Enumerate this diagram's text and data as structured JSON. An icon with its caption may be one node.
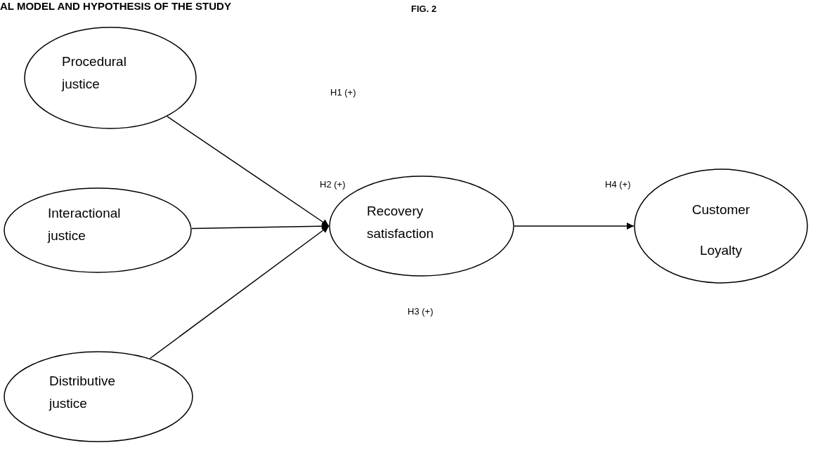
{
  "diagram": {
    "title": "AL MODEL AND HYPOTHESIS OF THE STUDY",
    "nodes": [
      {
        "text": [
          "Procedural justice"
        ]
      },
      {
        "text": [
          "Interactional justice"
        ]
      },
      {
        "text": [
          "Distributive justice"
        ]
      },
      {
        "text": [
          "Recovery satisfaction"
        ]
      },
      {
        "text": [
          "Customer Loyalty"
        ]
      }
    ],
    "edges": [
      {
        "from": 0,
        "to": 3,
        "arrow": "to"
      },
      {
        "from": 1,
        "to": 3,
        "arrow": "to"
      },
      {
        "from": 2,
        "to": 3,
        "arrow": "to"
      },
      {
        "from": 3,
        "to": 4,
        "arrow": "to"
      }
    ],
    "labels": [
      "FIG. 2",
      "H1 (+)",
      "H2 (+)",
      "H4 (+)",
      "H3 (+)"
    ]
  }
}
